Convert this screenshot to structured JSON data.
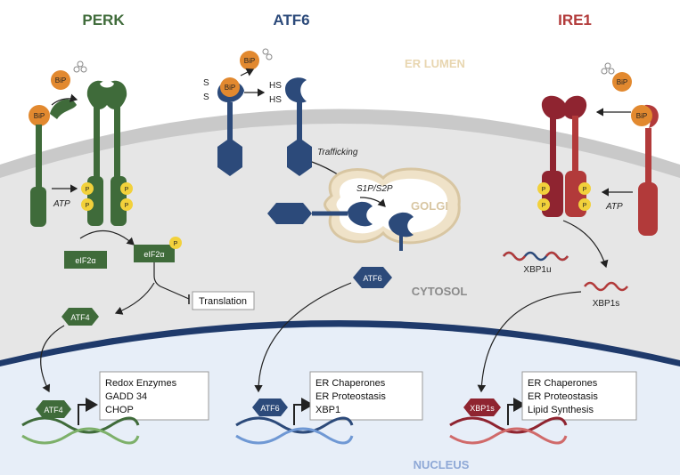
{
  "pathways": {
    "perk": {
      "title": "PERK",
      "color": "#3f6b3a"
    },
    "atf6": {
      "title": "ATF6",
      "color": "#2c4a7a"
    },
    "ire1": {
      "title": "IRE1",
      "color": "#b23a3a"
    }
  },
  "regions": {
    "er_lumen": "ER LUMEN",
    "cytosol": "CYTOSOL",
    "nucleus": "NUCLEUS",
    "golgi": "GOLGI"
  },
  "labels": {
    "bip": "BiP",
    "p": "P",
    "atp": "ATP",
    "hs": "HS",
    "s": "S",
    "trafficking": "Trafficking",
    "s1p_s2p": "S1P/S2P",
    "eif2a": "eIF2α",
    "translation": "Translation",
    "atf4": "ATF4",
    "atf6": "ATF6",
    "xbp1s_factor": "XBP1s",
    "xbp1u": "XBP1u",
    "xbp1s": "XBP1s"
  },
  "targets": {
    "perk": [
      "Redox Enzymes",
      "GADD 34",
      "CHOP"
    ],
    "atf6": [
      "ER Chaperones",
      "ER Proteostasis",
      "XBP1"
    ],
    "ire1": [
      "ER Chaperones",
      "ER Proteostasis",
      "Lipid Synthesis"
    ]
  },
  "colors": {
    "membrane": "#c9c9c9",
    "cytosol_bg": "#e6e6e6",
    "nucleus_bg": "#e7eef8",
    "nuclear_envelope": "#1f3a6b",
    "bip_orange": "#e2892f",
    "phospho_yellow": "#f2d13b",
    "golgi_fill": "#f4ead8"
  }
}
